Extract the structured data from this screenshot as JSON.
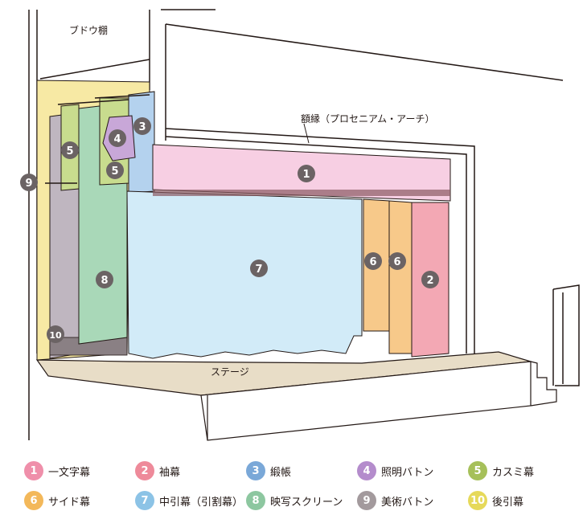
{
  "labels": {
    "grid": "ブドウ棚",
    "proscenium": "額縁（プロセニアム・アーチ）",
    "stage": "ステージ"
  },
  "colors": {
    "c1": "#f7cfe3",
    "c2": "#f3a8b4",
    "c3": "#b4d2ee",
    "c4": "#c8a7d8",
    "c5": "#c8dc8e",
    "c6": "#f7c98a",
    "c7": "#d2ebf8",
    "c8": "#a9d8b8",
    "c9": "#bfb6c0",
    "c10": "#8a8084",
    "floor": "#e8ddc7",
    "badge1": "#ef8faa",
    "badge2": "#ee8a9a",
    "badge3": "#7aa8d8",
    "badge4": "#b48ccc",
    "badge5": "#a6c05a",
    "badge6": "#f3b85a",
    "badge7": "#8cc3e6",
    "badge8": "#8dc7a0",
    "badge9": "#a39a9d",
    "badge10": "#e6d95a",
    "diagram_badge": "#6b6364"
  },
  "markers": [
    {
      "num": "1"
    },
    {
      "num": "2"
    },
    {
      "num": "3"
    },
    {
      "num": "4"
    },
    {
      "num": "5"
    },
    {
      "num": "5"
    },
    {
      "num": "6"
    },
    {
      "num": "6"
    },
    {
      "num": "7"
    },
    {
      "num": "8"
    },
    {
      "num": "9"
    },
    {
      "num": "10"
    }
  ],
  "legend": [
    {
      "num": "1",
      "text": "一文字幕",
      "color_key": "badge1"
    },
    {
      "num": "2",
      "text": "袖幕",
      "color_key": "badge2"
    },
    {
      "num": "3",
      "text": "緞帳",
      "color_key": "badge3"
    },
    {
      "num": "4",
      "text": "照明バトン",
      "color_key": "badge4"
    },
    {
      "num": "5",
      "text": "カスミ幕",
      "color_key": "badge5"
    },
    {
      "num": "6",
      "text": "サイド幕",
      "color_key": "badge6"
    },
    {
      "num": "7",
      "text": "中引幕（引割幕）",
      "color_key": "badge7"
    },
    {
      "num": "8",
      "text": "映写スクリーン",
      "color_key": "badge8"
    },
    {
      "num": "9",
      "text": "美術バトン",
      "color_key": "badge9"
    },
    {
      "num": "10",
      "text": "後引幕",
      "color_key": "badge10"
    }
  ]
}
